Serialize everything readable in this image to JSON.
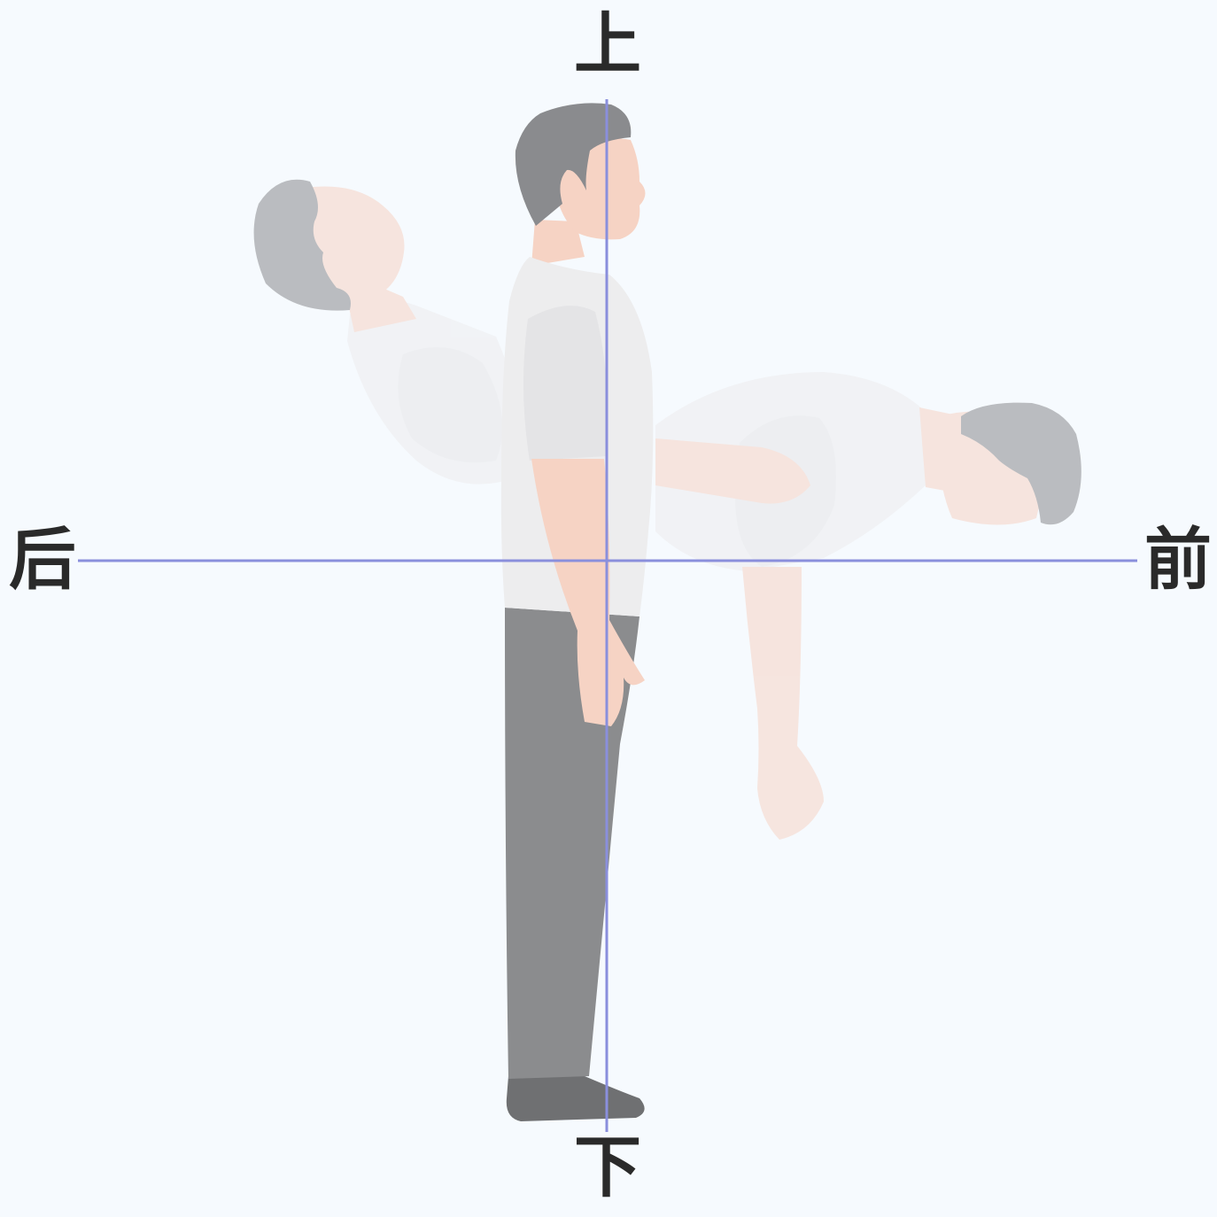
{
  "labels": {
    "up": "上",
    "down": "下",
    "back": "后",
    "front": "前"
  },
  "colors": {
    "background": "#f6fafe",
    "axis": "#8a8fdc",
    "skin": "#f6d3c4",
    "hair": "#8a8b8e",
    "shirt": "#ededee",
    "pants": "#8b8c8e",
    "shoes": "#6f7072",
    "label": "#2a2a2a"
  },
  "figures": [
    "upright",
    "lean-back",
    "bend-forward"
  ]
}
